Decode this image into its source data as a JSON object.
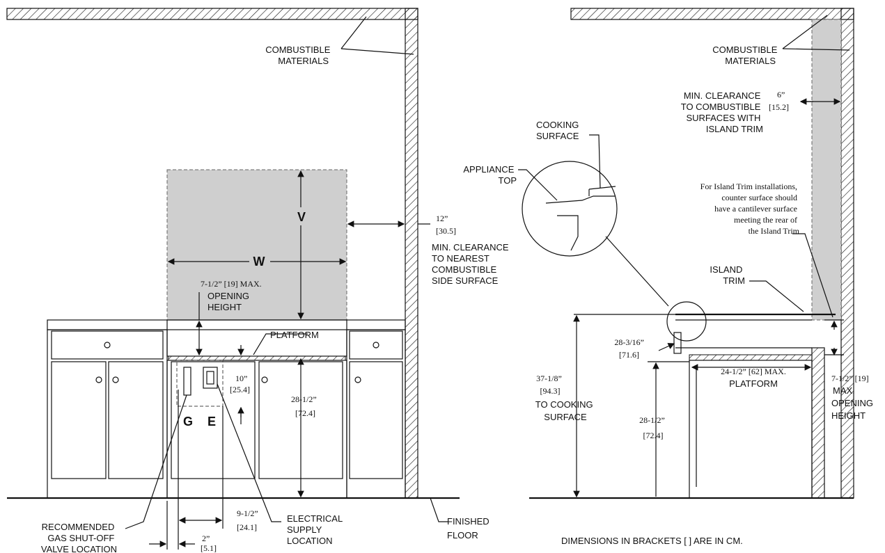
{
  "left_view": {
    "combustible_materials": [
      "COMBUSTIBLE",
      "MATERIALS"
    ],
    "dim_w": "W",
    "dim_v": "V",
    "side_clearance": [
      "12”",
      "[30.5]",
      "MIN. CLEARANCE",
      "TO NEAREST",
      "COMBUSTIBLE",
      "SIDE SURFACE"
    ],
    "opening_height": [
      "7-1/2” [19] MAX.",
      "OPENING",
      "HEIGHT"
    ],
    "platform": "PLATFORM",
    "dim_10": [
      "10”",
      "[25.4]"
    ],
    "dim_28_5": [
      "28-1/2”",
      "[72.4]"
    ],
    "label_g": "G",
    "label_e": "E",
    "dim_9_5": [
      "9-1/2”",
      "[24.1]"
    ],
    "dim_2": [
      "2”",
      "[5.1]"
    ],
    "gas_valve": [
      "RECOMMENDED",
      "GAS SHUT-OFF",
      "VALVE LOCATION"
    ],
    "electrical": [
      "ELECTRICAL",
      "SUPPLY",
      "LOCATION"
    ],
    "finished_floor": [
      "FINISHED",
      "FLOOR"
    ]
  },
  "right_view": {
    "combustible_materials": [
      "COMBUSTIBLE",
      "MATERIALS"
    ],
    "rear_clearance": [
      "MIN. CLEARANCE",
      "TO COMBUSTIBLE",
      "SURFACES WITH",
      "ISLAND TRIM"
    ],
    "rear_dim": [
      "6”",
      "[15.2]"
    ],
    "cooking_surface": [
      "COOKING",
      "SURFACE"
    ],
    "appliance_top": [
      "APPLIANCE",
      "TOP"
    ],
    "island_note": [
      "For Island Trim installations,",
      "counter surface should",
      "have a cantilever surface",
      "meeting the rear of",
      "the Island Trim"
    ],
    "island_trim": [
      "ISLAND",
      "TRIM"
    ],
    "dim_28_3_16": [
      "28-3/16”",
      "[71.6]"
    ],
    "dim_37": [
      "37-1/8”",
      "[94.3]",
      "TO COOKING",
      "SURFACE"
    ],
    "dim_24_5": [
      "24-1/2” [62] MAX.",
      "PLATFORM"
    ],
    "dim_28_5": [
      "28-1/2”",
      "[72.4]"
    ],
    "opening_height": [
      "7-1/2” [19]",
      "MAX.",
      "OPENING",
      "HEIGHT"
    ]
  },
  "footnote": "DIMENSIONS IN BRACKETS [ ] ARE IN CM."
}
